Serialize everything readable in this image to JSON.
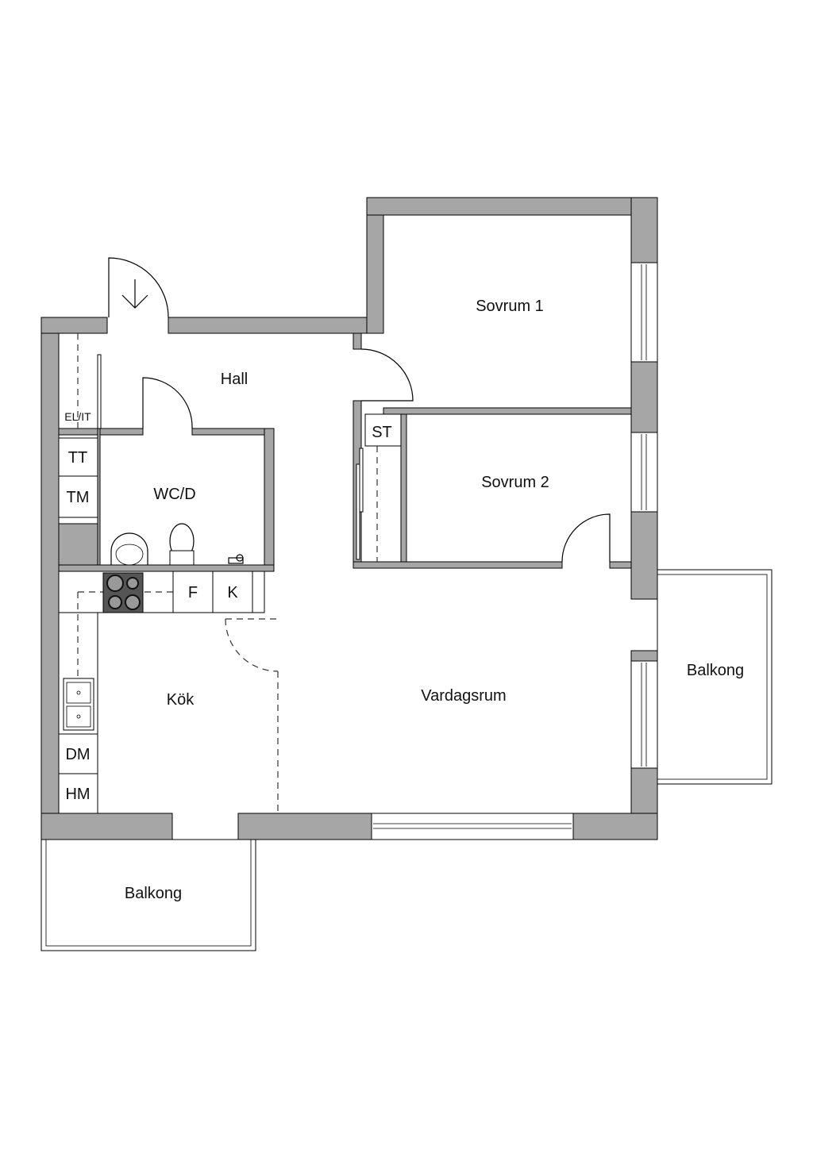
{
  "floorplan": {
    "rooms": {
      "hall": "Hall",
      "sovrum1": "Sovrum 1",
      "sovrum2": "Sovrum 2",
      "wc": "WC/D",
      "kok": "Kök",
      "vardagsrum": "Vardagsrum",
      "balkong_right": "Balkong",
      "balkong_bottom": "Balkong"
    },
    "fixtures": {
      "el_it": "EL/IT",
      "tt": "TT",
      "tm": "TM",
      "st": "ST",
      "f": "F",
      "k": "K",
      "dm": "DM",
      "hm": "HM"
    },
    "colors": {
      "wall": "#a6a6a6",
      "line": "#000000"
    }
  }
}
